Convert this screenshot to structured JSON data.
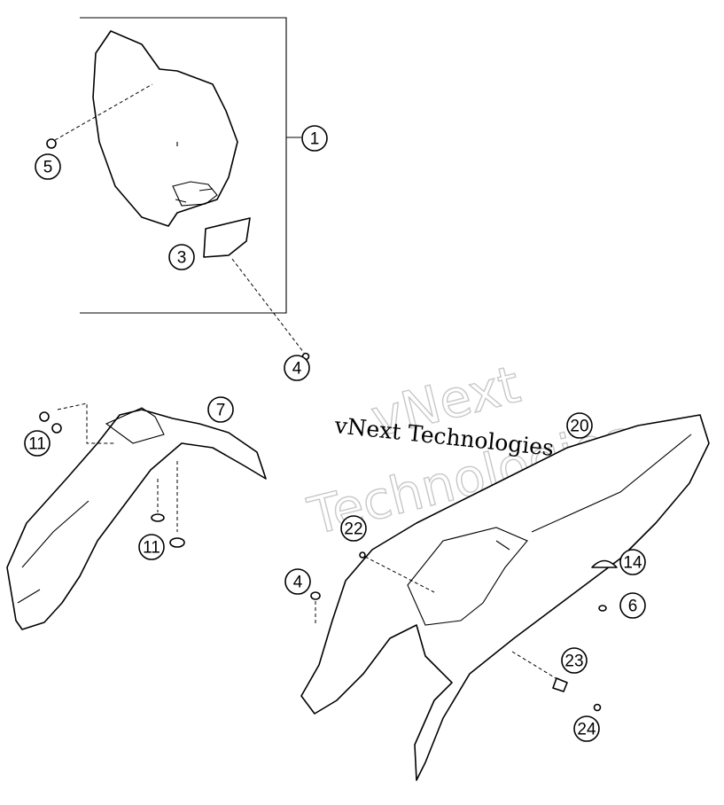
{
  "diagram": {
    "callouts": {
      "c1": "1",
      "c5": "5",
      "c3": "3",
      "c4a": "4",
      "c7": "7",
      "c11a": "11",
      "c11b": "11",
      "c20": "20",
      "c22": "22",
      "c4b": "4",
      "c14": "14",
      "c6": "6",
      "c23": "23",
      "c24": "24"
    },
    "watermark": {
      "line": "vNext Technologies",
      "outline_top": "vNext",
      "outline_bottom": "Technologies"
    }
  }
}
